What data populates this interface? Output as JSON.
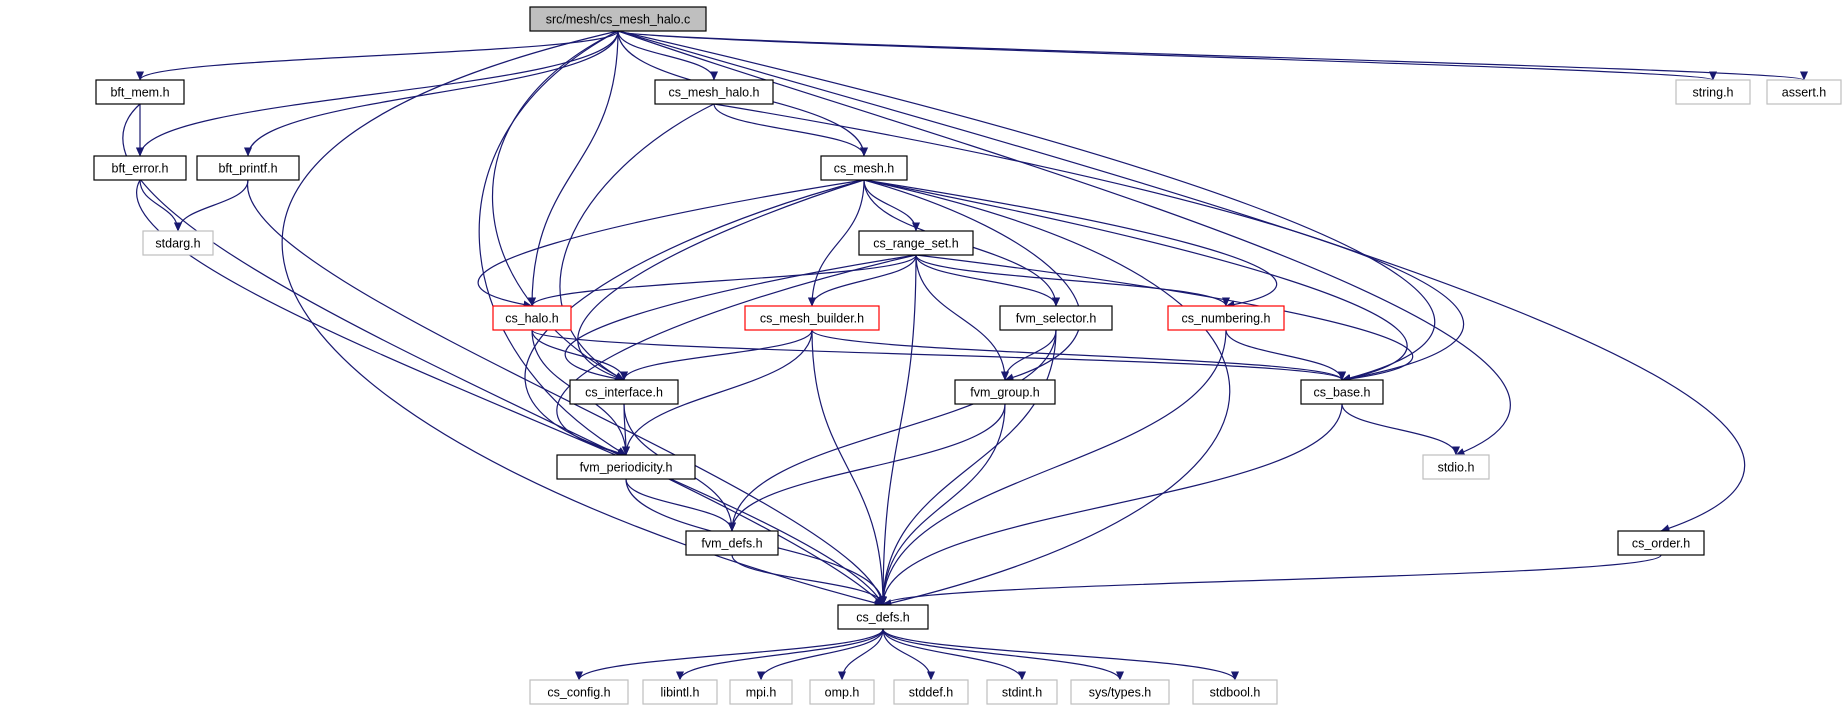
{
  "diagram": {
    "colors": {
      "edge": "#191970",
      "node_border": "#000000",
      "node_border_truncated": "#ff0000",
      "node_border_external": "#bfbfbf",
      "root_fill": "#bfbfbf",
      "node_fill": "#ffffff"
    },
    "nodes": [
      {
        "id": "root",
        "label": "src/mesh/cs_mesh_halo.c",
        "style": "root"
      },
      {
        "id": "bft_mem",
        "label": "bft_mem.h",
        "style": "normal"
      },
      {
        "id": "cs_mesh_halo",
        "label": "cs_mesh_halo.h",
        "style": "normal"
      },
      {
        "id": "string",
        "label": "string.h",
        "style": "external"
      },
      {
        "id": "assert",
        "label": "assert.h",
        "style": "external"
      },
      {
        "id": "bft_error",
        "label": "bft_error.h",
        "style": "normal"
      },
      {
        "id": "bft_printf",
        "label": "bft_printf.h",
        "style": "normal"
      },
      {
        "id": "cs_mesh",
        "label": "cs_mesh.h",
        "style": "normal"
      },
      {
        "id": "stdarg",
        "label": "stdarg.h",
        "style": "external"
      },
      {
        "id": "cs_range_set",
        "label": "cs_range_set.h",
        "style": "normal"
      },
      {
        "id": "cs_halo",
        "label": "cs_halo.h",
        "style": "truncated"
      },
      {
        "id": "cs_mesh_builder",
        "label": "cs_mesh_builder.h",
        "style": "truncated"
      },
      {
        "id": "fvm_selector",
        "label": "fvm_selector.h",
        "style": "normal"
      },
      {
        "id": "cs_numbering",
        "label": "cs_numbering.h",
        "style": "truncated"
      },
      {
        "id": "cs_interface",
        "label": "cs_interface.h",
        "style": "normal"
      },
      {
        "id": "fvm_group",
        "label": "fvm_group.h",
        "style": "normal"
      },
      {
        "id": "cs_base",
        "label": "cs_base.h",
        "style": "normal"
      },
      {
        "id": "fvm_periodicity",
        "label": "fvm_periodicity.h",
        "style": "normal"
      },
      {
        "id": "stdio",
        "label": "stdio.h",
        "style": "external"
      },
      {
        "id": "fvm_defs",
        "label": "fvm_defs.h",
        "style": "normal"
      },
      {
        "id": "cs_order",
        "label": "cs_order.h",
        "style": "normal"
      },
      {
        "id": "cs_defs",
        "label": "cs_defs.h",
        "style": "normal"
      },
      {
        "id": "cs_config",
        "label": "cs_config.h",
        "style": "external"
      },
      {
        "id": "libintl",
        "label": "libintl.h",
        "style": "external"
      },
      {
        "id": "mpi",
        "label": "mpi.h",
        "style": "external"
      },
      {
        "id": "omp",
        "label": "omp.h",
        "style": "external"
      },
      {
        "id": "stddef",
        "label": "stddef.h",
        "style": "external"
      },
      {
        "id": "stdint",
        "label": "stdint.h",
        "style": "external"
      },
      {
        "id": "sys_types",
        "label": "sys/types.h",
        "style": "external"
      },
      {
        "id": "stdbool",
        "label": "stdbool.h",
        "style": "external"
      }
    ],
    "edges": [
      [
        "root",
        "bft_mem"
      ],
      [
        "root",
        "bft_error"
      ],
      [
        "root",
        "bft_printf"
      ],
      [
        "root",
        "cs_mesh_halo"
      ],
      [
        "root",
        "cs_mesh"
      ],
      [
        "root",
        "cs_halo"
      ],
      [
        "root",
        "cs_interface"
      ],
      [
        "root",
        "fvm_periodicity"
      ],
      [
        "root",
        "cs_base"
      ],
      [
        "root",
        "stdio"
      ],
      [
        "root",
        "string"
      ],
      [
        "root",
        "assert"
      ],
      [
        "root",
        "cs_order"
      ],
      [
        "root",
        "cs_defs"
      ],
      [
        "bft_mem",
        "bft_error"
      ],
      [
        "bft_mem",
        "cs_defs"
      ],
      [
        "bft_error",
        "stdarg"
      ],
      [
        "bft_error",
        "cs_defs"
      ],
      [
        "bft_printf",
        "stdarg"
      ],
      [
        "bft_printf",
        "cs_defs"
      ],
      [
        "cs_mesh_halo",
        "cs_mesh"
      ],
      [
        "cs_mesh_halo",
        "cs_interface"
      ],
      [
        "cs_mesh_halo",
        "cs_base"
      ],
      [
        "cs_mesh",
        "cs_range_set"
      ],
      [
        "cs_mesh",
        "cs_halo"
      ],
      [
        "cs_mesh",
        "cs_mesh_builder"
      ],
      [
        "cs_mesh",
        "fvm_selector"
      ],
      [
        "cs_mesh",
        "cs_numbering"
      ],
      [
        "cs_mesh",
        "cs_interface"
      ],
      [
        "cs_mesh",
        "fvm_group"
      ],
      [
        "cs_mesh",
        "cs_base"
      ],
      [
        "cs_mesh",
        "fvm_periodicity"
      ],
      [
        "cs_mesh",
        "cs_defs"
      ],
      [
        "cs_range_set",
        "cs_halo"
      ],
      [
        "cs_range_set",
        "cs_mesh_builder"
      ],
      [
        "cs_range_set",
        "fvm_selector"
      ],
      [
        "cs_range_set",
        "cs_numbering"
      ],
      [
        "cs_range_set",
        "cs_interface"
      ],
      [
        "cs_range_set",
        "fvm_group"
      ],
      [
        "cs_range_set",
        "cs_base"
      ],
      [
        "cs_range_set",
        "fvm_periodicity"
      ],
      [
        "cs_range_set",
        "cs_defs"
      ],
      [
        "cs_halo",
        "cs_interface"
      ],
      [
        "cs_halo",
        "fvm_periodicity"
      ],
      [
        "cs_halo",
        "cs_base"
      ],
      [
        "cs_mesh_builder",
        "cs_interface"
      ],
      [
        "cs_mesh_builder",
        "fvm_periodicity"
      ],
      [
        "cs_mesh_builder",
        "cs_base"
      ],
      [
        "cs_mesh_builder",
        "cs_defs"
      ],
      [
        "fvm_selector",
        "fvm_group"
      ],
      [
        "fvm_selector",
        "fvm_defs"
      ],
      [
        "fvm_selector",
        "cs_defs"
      ],
      [
        "cs_numbering",
        "cs_base"
      ],
      [
        "cs_numbering",
        "cs_defs"
      ],
      [
        "cs_interface",
        "fvm_periodicity"
      ],
      [
        "cs_interface",
        "fvm_defs"
      ],
      [
        "fvm_group",
        "fvm_defs"
      ],
      [
        "fvm_group",
        "cs_defs"
      ],
      [
        "cs_base",
        "stdio"
      ],
      [
        "cs_base",
        "cs_defs"
      ],
      [
        "fvm_periodicity",
        "fvm_defs"
      ],
      [
        "fvm_periodicity",
        "cs_defs"
      ],
      [
        "fvm_defs",
        "cs_defs"
      ],
      [
        "cs_order",
        "cs_defs"
      ],
      [
        "cs_defs",
        "cs_config"
      ],
      [
        "cs_defs",
        "libintl"
      ],
      [
        "cs_defs",
        "mpi"
      ],
      [
        "cs_defs",
        "omp"
      ],
      [
        "cs_defs",
        "stddef"
      ],
      [
        "cs_defs",
        "stdint"
      ],
      [
        "cs_defs",
        "sys_types"
      ],
      [
        "cs_defs",
        "stdbool"
      ]
    ]
  }
}
